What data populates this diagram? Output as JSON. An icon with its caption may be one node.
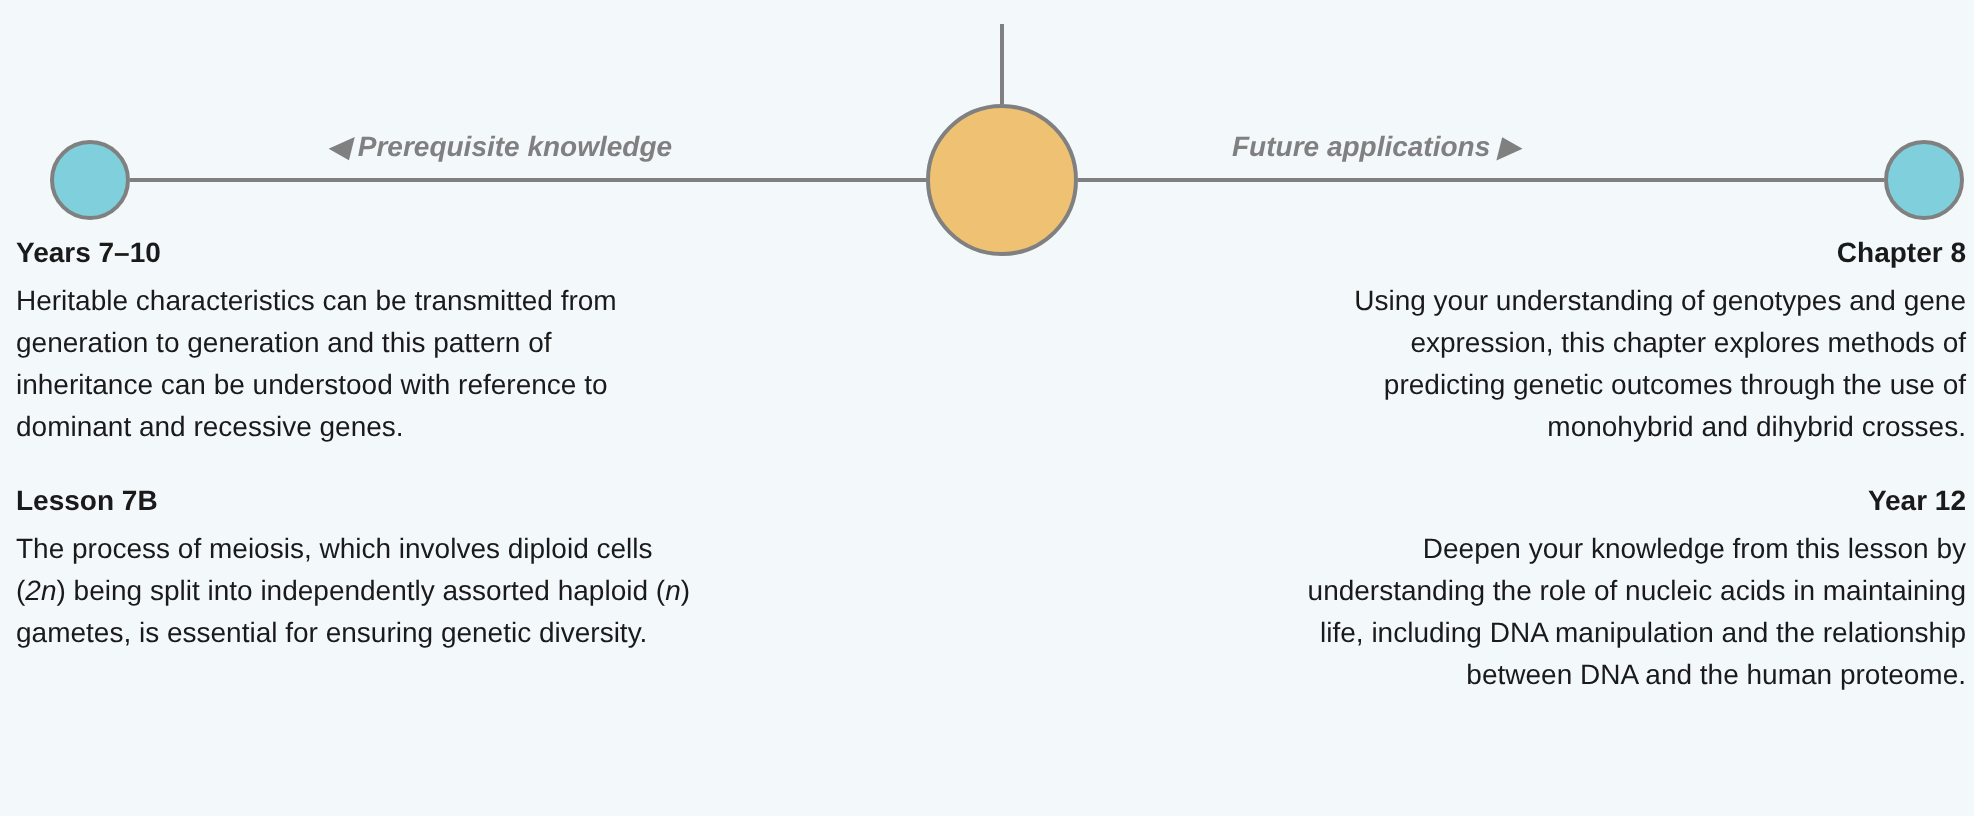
{
  "diagram": {
    "nodes": [
      {
        "text": [],
        "shape": "circle",
        "beside": [
          "Years 7–10",
          "Heritable characteristics can be transmitted from generation to generation and this pattern of inheritance can be understood with reference to dominant and recessive genes.",
          "Lesson 7B",
          "The process of meiosis, which involves diploid cells (*2n*) being split into independently assorted haploid (*n*) gametes, is essential for ensuring genetic diversity."
        ]
      },
      {
        "text": [],
        "shape": "circle"
      },
      {
        "text": [],
        "shape": "circle",
        "beside": [
          "Chapter 8",
          "Using your understanding of genotypes and gene expression, this chapter explores methods of predicting genetic outcomes through the use of monohybrid and dihybrid crosses.",
          "Year 12",
          "Deepen your knowledge from this lesson by understanding the role of nucleic acids in maintaining life, including DNA manipulation and the relationship between DNA and the human proteome."
        ]
      }
    ],
    "edges": [
      {
        "from": null,
        "to": 1,
        "arrow": "none"
      },
      {
        "from": 1,
        "to": 0,
        "arrow": "none"
      },
      {
        "from": 1,
        "to": 2,
        "arrow": "none"
      }
    ],
    "labels": [
      "◀ Prerequisite knowledge",
      "Future applications ▶"
    ]
  }
}
